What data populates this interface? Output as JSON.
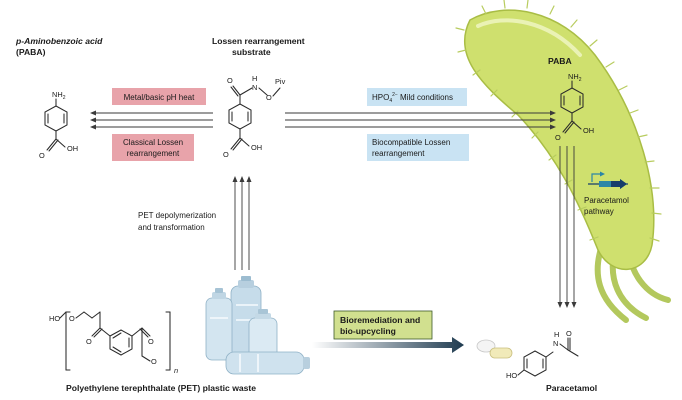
{
  "labels": {
    "paba_title_1": "p-Aminobenzoic acid",
    "paba_title_2": "(PABA)",
    "lossen_title_1": "Lossen rearrangement",
    "lossen_title_2": "substrate",
    "paba_in_cell": "PABA",
    "pet_depoly_1": "PET depolymerization",
    "pet_depoly_2": "and transformation",
    "pet_waste": "Polyethylene terephthalate (PET) plastic waste",
    "paracetamol": "Paracetamol",
    "paracetamol_pathway_1": "Paracetamol",
    "paracetamol_pathway_2": "pathway"
  },
  "condition_boxes": {
    "metal_basic": "Metal/basic pH heat",
    "classical_1": "Classical Lossen",
    "classical_2": "rearrangement",
    "hpo4_base": "HPO",
    "hpo4_sub": "4",
    "hpo4_sup": "2−",
    "hpo4_rest": " Mild conditions",
    "biocompat_1": "Biocompatible Lossen",
    "biocompat_2": "rearrangement",
    "bioremediation_1": "Bioremediation and",
    "bioremediation_2": "bio-upcycling"
  },
  "atoms": {
    "nh2_base": "NH",
    "nh2_sub": "2",
    "oh": "OH",
    "o": "O",
    "n": "N",
    "h": "H",
    "piv": "Piv",
    "ho": "HO",
    "n_italic": "n"
  },
  "colors": {
    "pink_box": "#e8a3aa",
    "blue_box": "#c9e3f3",
    "green_box": "#d1e08f",
    "green_box_border": "#3d5a2a",
    "bacterium_fill": "#d6e57f",
    "bacterium_body": "#cfe06e",
    "bacterium_outline": "#a9bd45",
    "flagella": "#b3c85d",
    "gene_arrow_teal": "#2b86a6",
    "gene_arrow_navy": "#163d6b"
  }
}
